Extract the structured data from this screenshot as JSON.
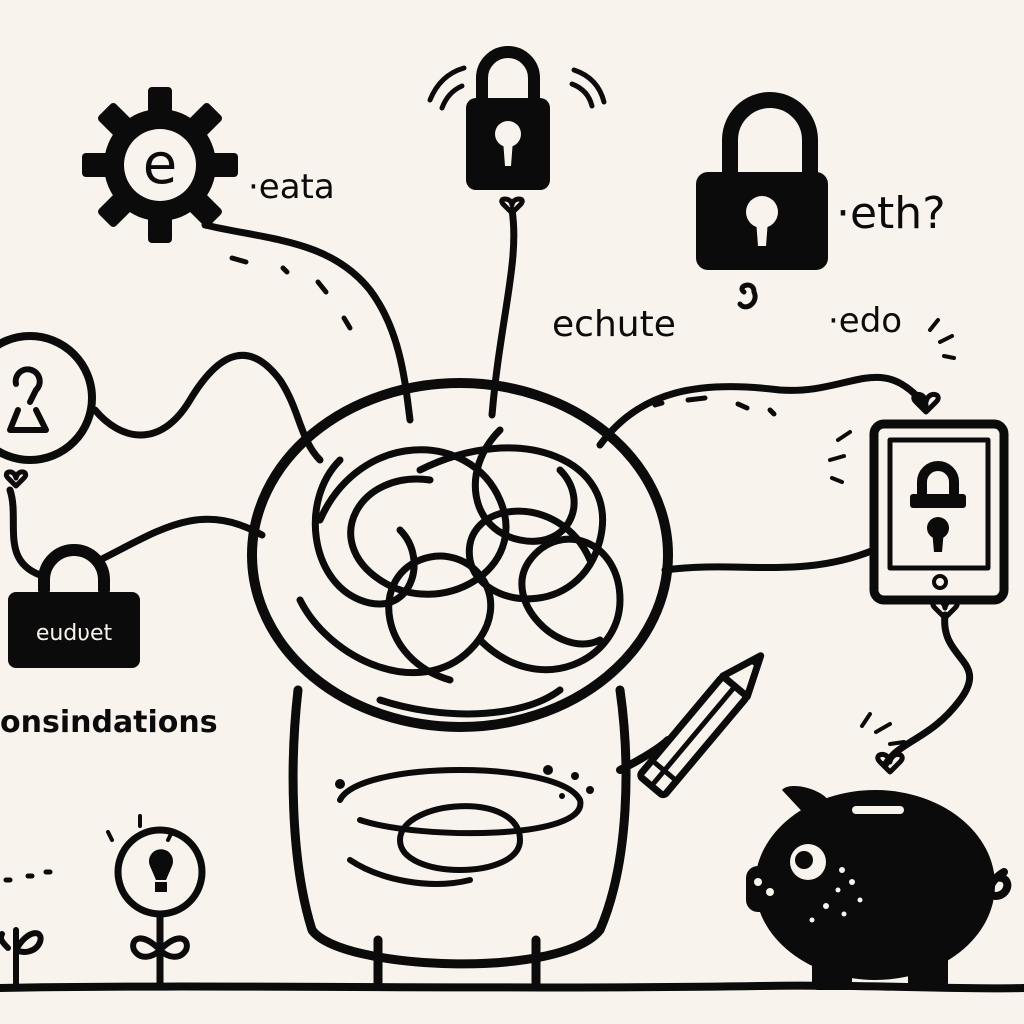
{
  "labels": {
    "gear_label": "·eata",
    "big_lock_label": "·eth?",
    "middle_label": "echute",
    "tablet_label": "·edo",
    "padlock_tag": "eudυet",
    "left_caption": "onsindations",
    "gear_letter": "e"
  },
  "colors": {
    "ink": "#0b0b0b",
    "paper": "#f8f3ec"
  },
  "icons": {
    "gear": "gear-icon",
    "padlock_top": "padlock-icon",
    "padlock_big": "padlock-icon",
    "tablet_lock": "tablet-lock-icon",
    "bag_lock": "padlock-icon",
    "piggy_bank": "piggy-bank-icon",
    "lightbulb": "lightbulb-icon",
    "pencil": "pencil-icon",
    "tangled_brain": "tangled-brain-character"
  }
}
